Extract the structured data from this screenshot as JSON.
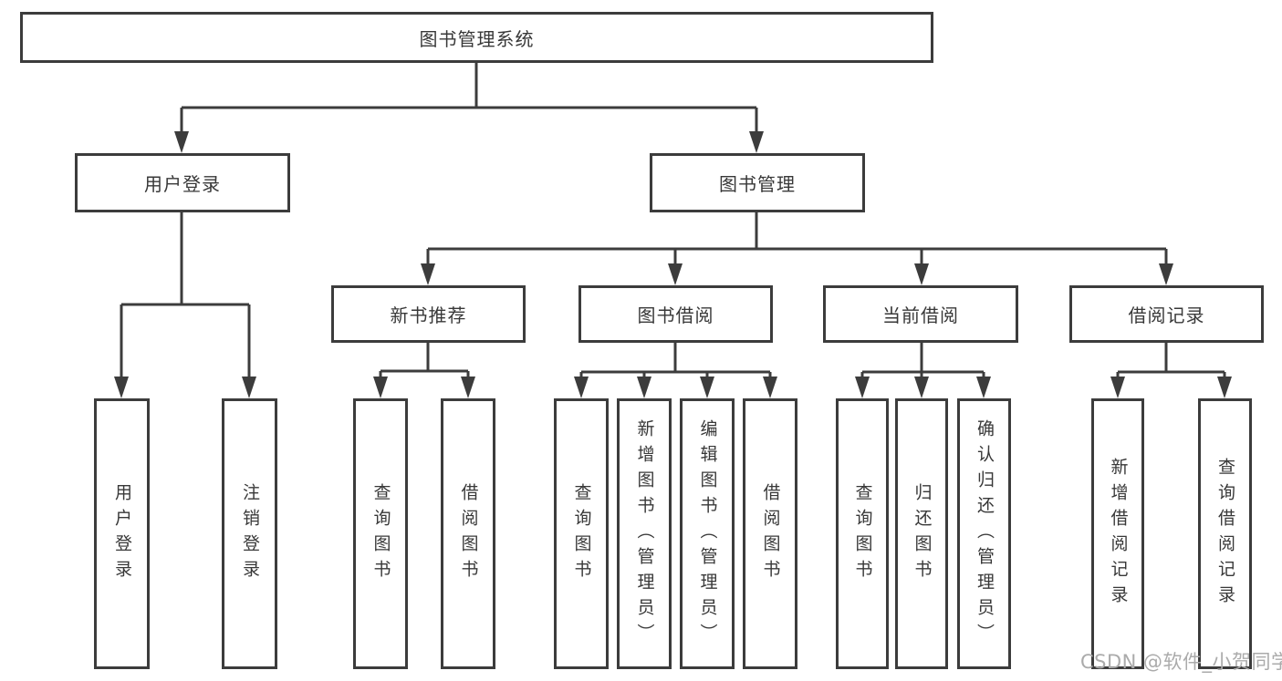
{
  "diagram": {
    "root": {
      "label": "图书管理系统",
      "children": [
        {
          "label": "用户登录",
          "children": [
            {
              "label": "用户登录"
            },
            {
              "label": "注销登录"
            }
          ]
        },
        {
          "label": "图书管理",
          "children": [
            {
              "label": "新书推荐",
              "children": [
                {
                  "label": "查询图书"
                },
                {
                  "label": "借阅图书"
                }
              ]
            },
            {
              "label": "图书借阅",
              "children": [
                {
                  "label": "查询图书"
                },
                {
                  "label": "新增图书（管理员）"
                },
                {
                  "label": "编辑图书（管理员）"
                },
                {
                  "label": "借阅图书"
                }
              ]
            },
            {
              "label": "当前借阅",
              "children": [
                {
                  "label": "查询图书"
                },
                {
                  "label": "归还图书"
                },
                {
                  "label": "确认归还（管理员）"
                }
              ]
            },
            {
              "label": "借阅记录",
              "children": [
                {
                  "label": "新增借阅记录"
                },
                {
                  "label": "查询借阅记录"
                }
              ]
            }
          ]
        }
      ]
    }
  },
  "watermark": {
    "text": "CSDN @软件_小贺同学"
  },
  "colors": {
    "line": "#3c3c3c",
    "box_border": "#3c3c3c",
    "text": "#383838",
    "watermark": "#ababab",
    "background": "#ffffff"
  }
}
